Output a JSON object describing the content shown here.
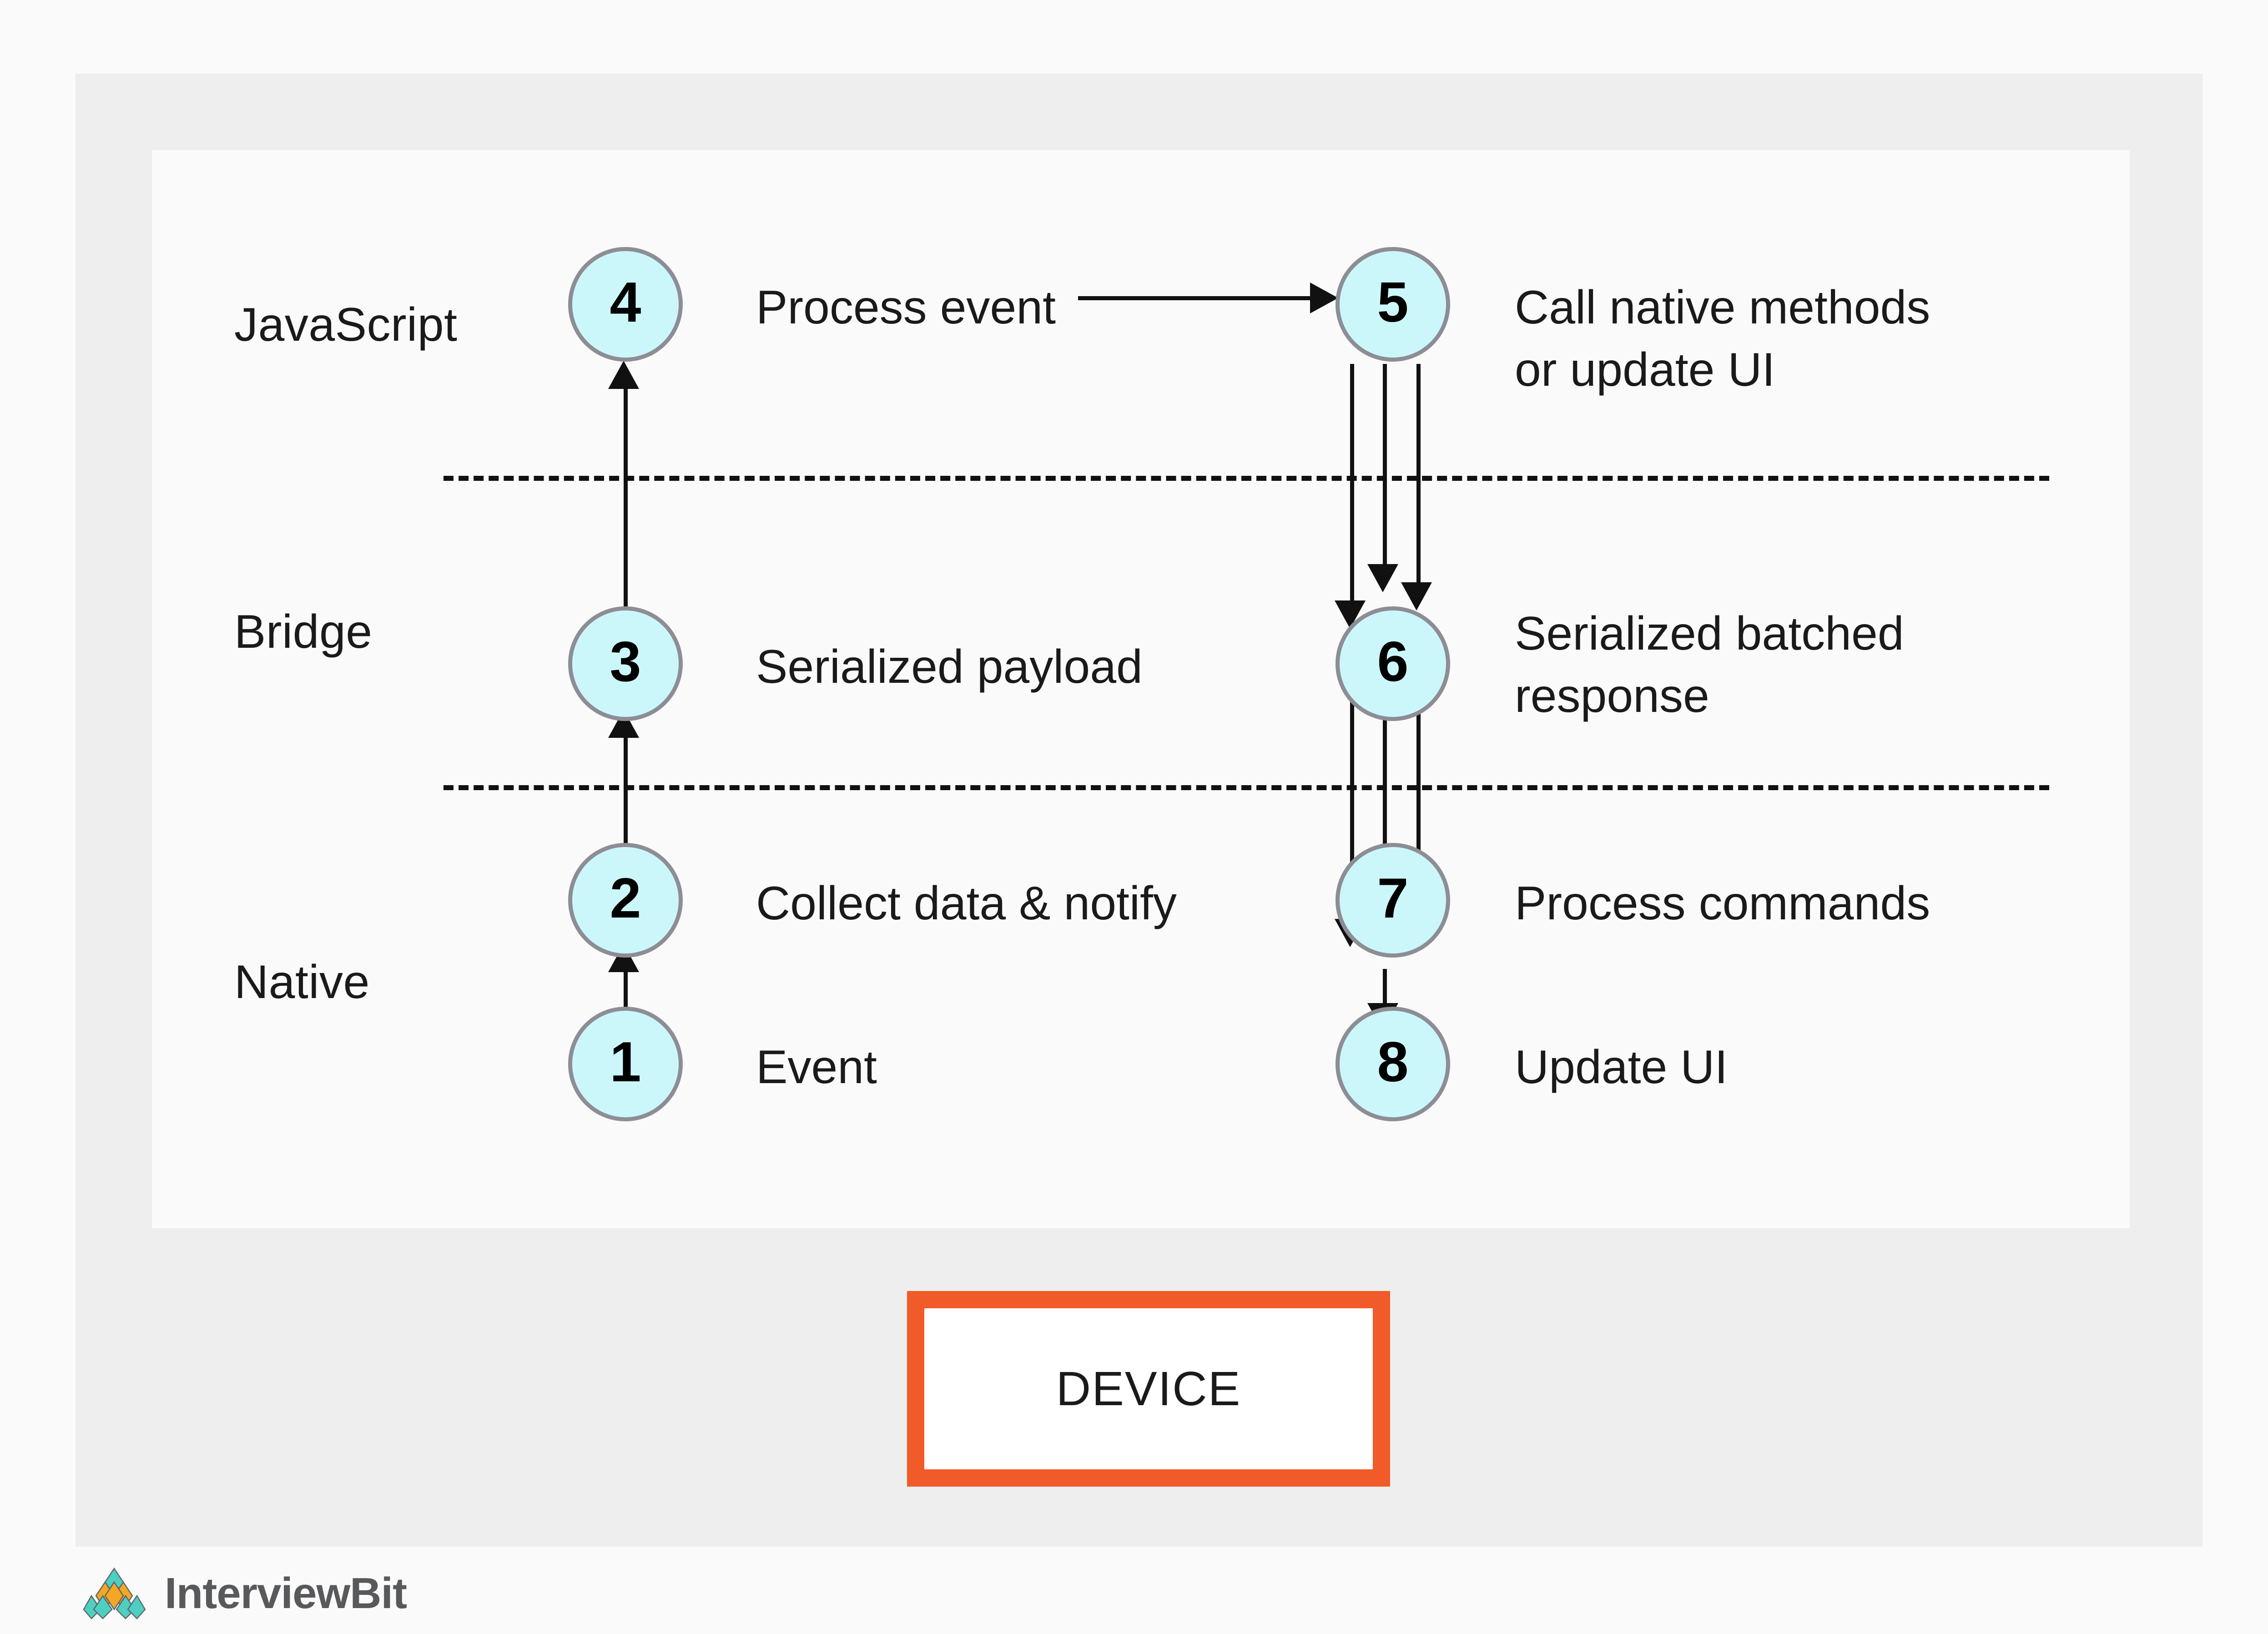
{
  "lanes": [
    {
      "id": "javascript",
      "label": "JavaScript"
    },
    {
      "id": "bridge",
      "label": "Bridge"
    },
    {
      "id": "native",
      "label": "Native"
    }
  ],
  "nodes": [
    {
      "id": "n1",
      "number": "1",
      "text": "Event",
      "lane": "native"
    },
    {
      "id": "n2",
      "number": "2",
      "text": "Collect data & notify",
      "lane": "native"
    },
    {
      "id": "n3",
      "number": "3",
      "text": "Serialized payload",
      "lane": "bridge"
    },
    {
      "id": "n4",
      "number": "4",
      "text": "Process event",
      "lane": "javascript"
    },
    {
      "id": "n5",
      "number": "5",
      "text": "Call native methods\nor update UI",
      "lane": "javascript"
    },
    {
      "id": "n6",
      "number": "6",
      "text": "Serialized batched\nresponse",
      "lane": "bridge"
    },
    {
      "id": "n7",
      "number": "7",
      "text": "Process commands",
      "lane": "native"
    },
    {
      "id": "n8",
      "number": "8",
      "text": "Update UI",
      "lane": "native"
    }
  ],
  "device": {
    "label": "DEVICE"
  },
  "brand": {
    "name": "InterviewBit"
  },
  "colors": {
    "node_fill": "#ccf7fa",
    "node_border": "#8d8d95",
    "device_border": "#f15a29",
    "frame": "#eeeeee",
    "panel": "#fafafa",
    "line": "#111111",
    "brand_text": "#58595b",
    "brand_diamond_teal": "#4fcfc0",
    "brand_diamond_orange": "#f5a623"
  }
}
